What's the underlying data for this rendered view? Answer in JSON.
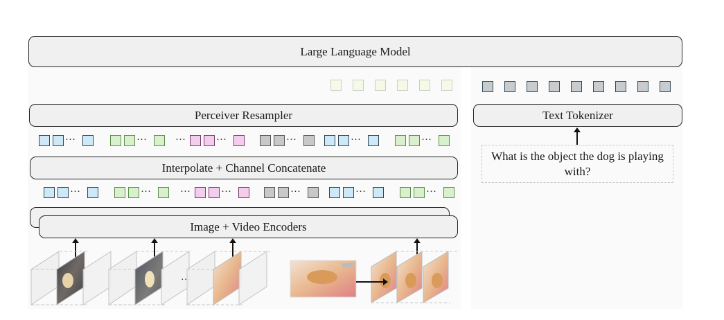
{
  "diagram": {
    "llm": {
      "label": "Large Language Model"
    },
    "perceiver": {
      "label": "Perceiver Resampler"
    },
    "interpolate": {
      "label": "Interpolate + Channel Concatenate"
    },
    "encoders": {
      "label": "Image + Video Encoders"
    },
    "text_tokenizer": {
      "label": "Text Tokenizer"
    },
    "question": {
      "text": "What is the object the dog is playing with?"
    },
    "ellipsis": "···",
    "ellipsis_lead": "···",
    "visual_latent_tokens": {
      "count": 6,
      "color": "pale"
    },
    "text_tokens": {
      "count": 9,
      "color": "text"
    },
    "token_groups": [
      {
        "color": "blue",
        "lead_ellipsis": false
      },
      {
        "color": "green",
        "lead_ellipsis": false
      },
      {
        "color": "pink",
        "lead_ellipsis": true
      },
      {
        "color": "gray",
        "lead_ellipsis": false
      },
      {
        "color": "blue",
        "lead_ellipsis": false
      },
      {
        "color": "green",
        "lead_ellipsis": false
      }
    ],
    "inputs": {
      "frame_stacks": [
        {
          "name": "video-clip-1",
          "description": "dog running on dark floor"
        },
        {
          "name": "video-clip-2",
          "description": "dog on grey floor"
        },
        {
          "name": "video-clip-3",
          "description": "dog in bathtub"
        }
      ],
      "image": {
        "name": "single-image",
        "description": "dog drinking from faucet"
      },
      "replicated_frames": 3
    },
    "colors": {
      "blue": "#cde8f7",
      "green": "#d8f0cc",
      "pink": "#f3cdeb",
      "gray": "#c8c8c8",
      "box_fill": "#f0f0f0",
      "box_border": "#222222"
    }
  }
}
